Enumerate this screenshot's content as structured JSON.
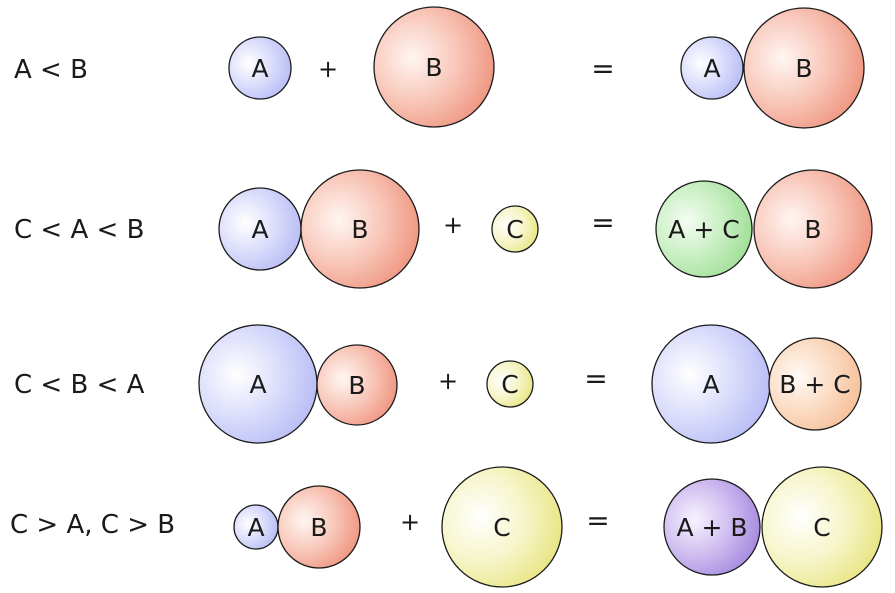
{
  "colors": {
    "blue": "#b9bdf7",
    "red": "#f08e7a",
    "green": "#a8e2a0",
    "yellow": "#ecea86",
    "purple": "#a98de0",
    "peach": "#f8c9a4",
    "outline": "#1c1c1c"
  },
  "rows": [
    {
      "condition": "A < B",
      "plus": "+",
      "equals": "=",
      "lhs": [
        {
          "label": "A",
          "color": "blue"
        },
        {
          "label": "B",
          "color": "red"
        }
      ],
      "rhs": [
        {
          "label": "A",
          "color": "blue"
        },
        {
          "label": "B",
          "color": "red"
        }
      ]
    },
    {
      "condition": "C < A < B",
      "plus": "+",
      "equals": "=",
      "lhs": [
        {
          "label": "A",
          "color": "blue"
        },
        {
          "label": "B",
          "color": "red"
        },
        {
          "label": "C",
          "color": "yellow"
        }
      ],
      "rhs": [
        {
          "label": "A + C",
          "color": "green"
        },
        {
          "label": "B",
          "color": "red"
        }
      ]
    },
    {
      "condition": "C < B < A",
      "plus": "+",
      "equals": "=",
      "lhs": [
        {
          "label": "A",
          "color": "blue"
        },
        {
          "label": "B",
          "color": "red"
        },
        {
          "label": "C",
          "color": "yellow"
        }
      ],
      "rhs": [
        {
          "label": "A",
          "color": "blue"
        },
        {
          "label": "B + C",
          "color": "peach"
        }
      ]
    },
    {
      "condition": "C > A, C > B",
      "plus": "+",
      "equals": "=",
      "lhs": [
        {
          "label": "A",
          "color": "blue"
        },
        {
          "label": "B",
          "color": "red"
        },
        {
          "label": "C",
          "color": "yellow"
        }
      ],
      "rhs": [
        {
          "label": "A + B",
          "color": "purple"
        },
        {
          "label": "C",
          "color": "yellow"
        }
      ]
    }
  ]
}
